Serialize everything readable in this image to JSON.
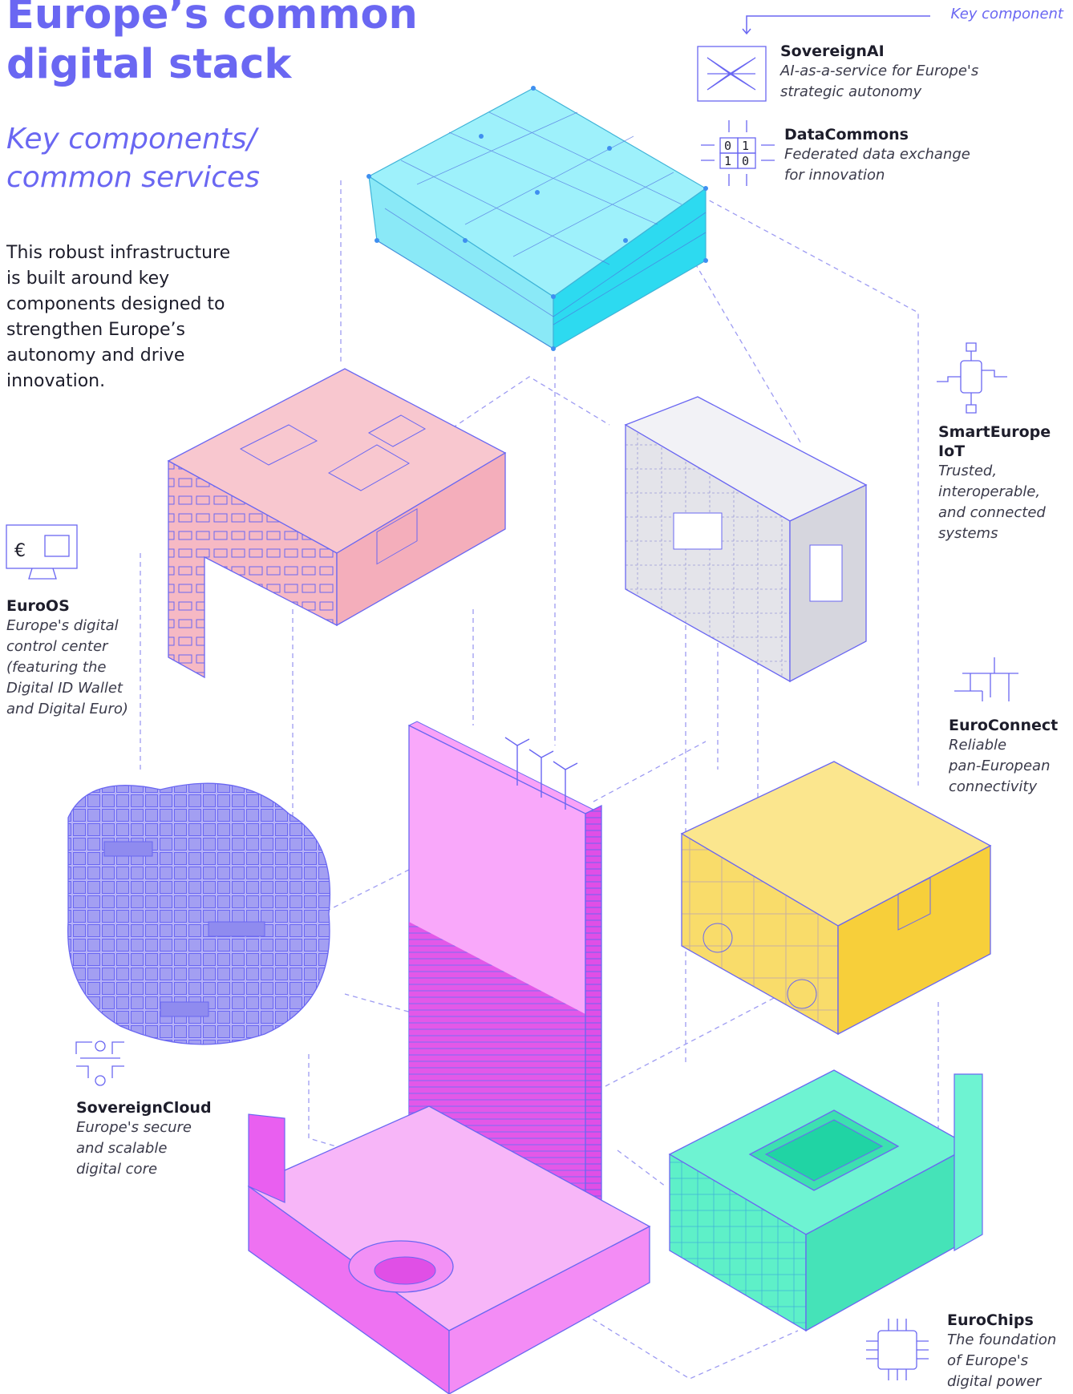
{
  "title_line1": "Europe’s common",
  "title_line2": "digital stack",
  "subtitle_line1": "Key components/",
  "subtitle_line2": "common services",
  "intro": "This robust infrastructure is built around key components designed to strengthen Europe’s autonomy and drive innovation.",
  "legend_label": "Key component",
  "components": {
    "sovereign_ai": {
      "name": "SovereignAI",
      "desc_1": "AI-as-a-service for Europe's",
      "desc_2": "strategic autonomy"
    },
    "data_commons": {
      "name": "DataCommons",
      "desc_1": "Federated data exchange",
      "desc_2": "for innovation"
    },
    "smart_europe": {
      "name_1": "SmartEurope",
      "name_2": "IoT",
      "desc_1": "Trusted,",
      "desc_2": "interoperable,",
      "desc_3": "and connected",
      "desc_4": "systems"
    },
    "euro_os": {
      "name": "EuroOS",
      "desc_1": "Europe's digital",
      "desc_2": "control center",
      "desc_3": "(featuring the",
      "desc_4": "Digital ID Wallet",
      "desc_5": "and Digital Euro)"
    },
    "euro_connect": {
      "name": "EuroConnect",
      "desc_1": "Reliable",
      "desc_2": "pan-European",
      "desc_3": "connectivity"
    },
    "sovereign_cloud": {
      "name": "SovereignCloud",
      "desc_1": "Europe's secure",
      "desc_2": "and scalable",
      "desc_3": "digital core"
    },
    "euro_chips": {
      "name": "EuroChips",
      "desc_1": "The foundation",
      "desc_2": "of Europe's",
      "desc_3": "digital power"
    }
  },
  "icon_glyphs": {
    "euro_symbol": "€",
    "bit_0": "0",
    "bit_1": "1",
    "bit_1b": "1",
    "bit_0b": "0"
  },
  "colors": {
    "accent": "#6a67f2",
    "ai_layer": "#7fe8f8",
    "control_center": "#f6b9c4",
    "iot_box": "#e4e4ea",
    "cloud": "#a8a4f4",
    "energy_tower": "#f27cf5",
    "connect_box": "#f9dc6a",
    "chips_board": "#5ef0c8"
  }
}
